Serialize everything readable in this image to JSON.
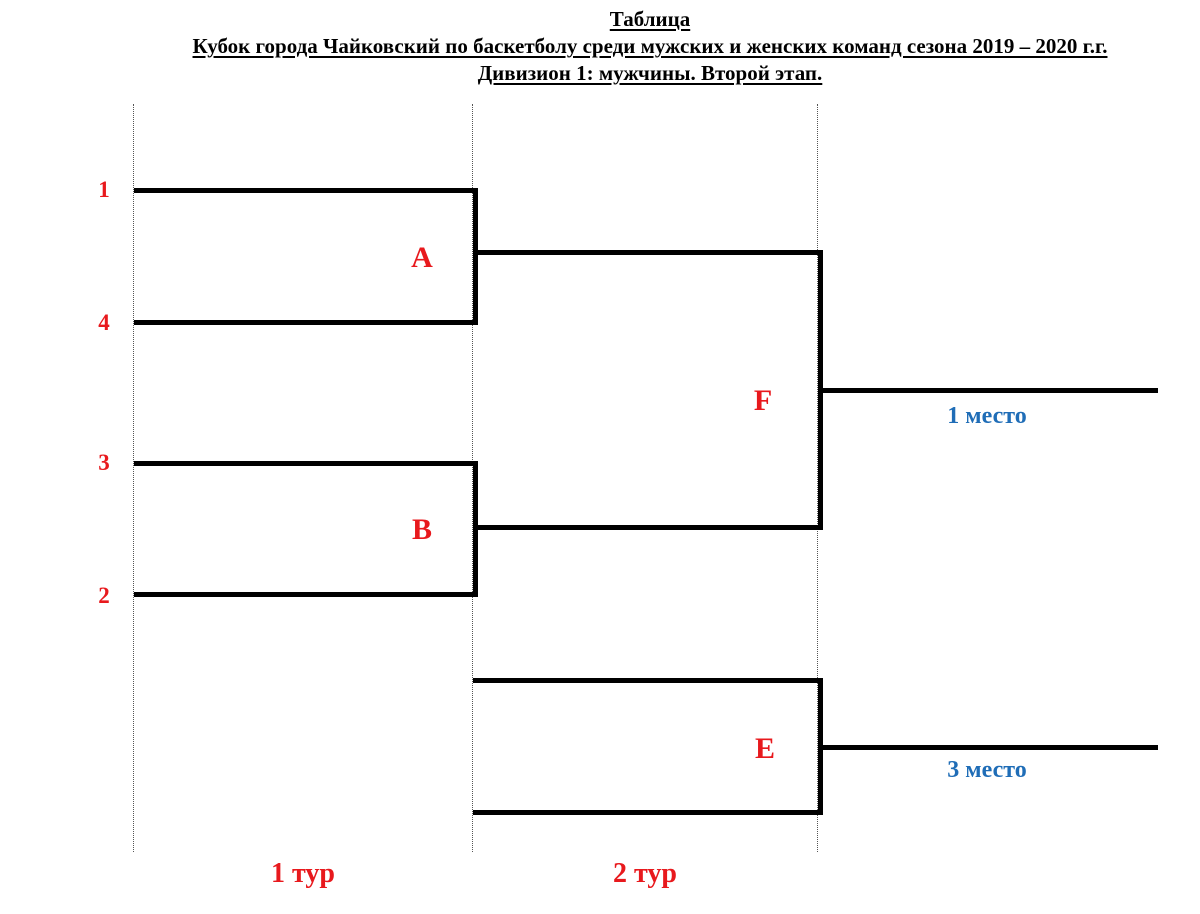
{
  "title": {
    "line1": "Таблица",
    "line2": "Кубок города Чайковский по баскетболу среди мужских и женских команд сезона 2019 – 2020 г.г.",
    "line3": "Дивизион 1: мужчины. Второй этап."
  },
  "bracket": {
    "seeds": [
      "1",
      "4",
      "3",
      "2"
    ],
    "matches": {
      "a": "A",
      "b": "B",
      "f": "F",
      "e": "E"
    },
    "placements": {
      "first": "1 место",
      "third": "3 место"
    },
    "rounds": {
      "first": "1 тур",
      "second": "2 тур"
    }
  },
  "colors": {
    "label_red": "#e8191d",
    "place_blue": "#1f6db7",
    "line_black": "#000000"
  }
}
